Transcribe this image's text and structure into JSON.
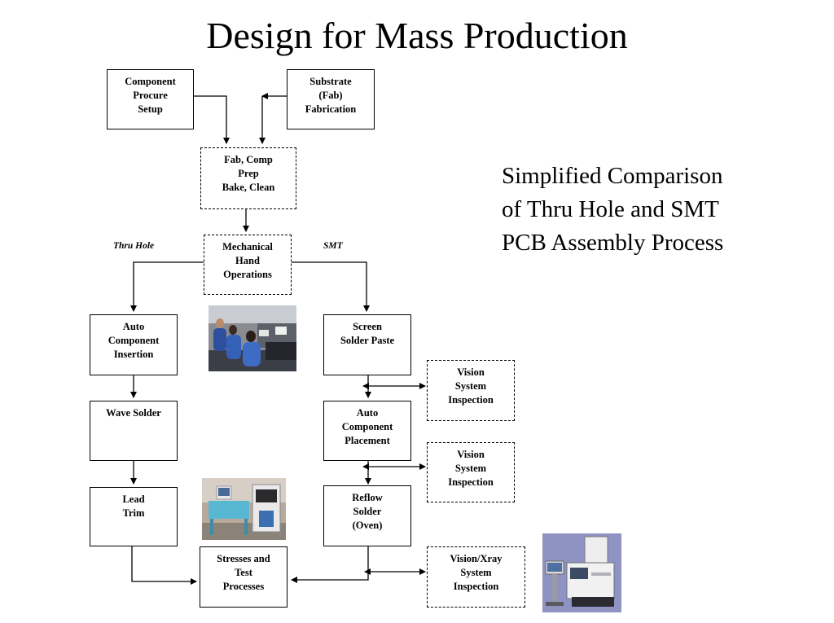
{
  "title": "Design for Mass Production",
  "subtitle": "Simplified Comparison\nof Thru Hole and SMT\nPCB Assembly Process",
  "branch_labels": {
    "thru_hole": "Thru Hole",
    "smt": "SMT"
  },
  "nodes": {
    "component_procure": "Component\nProcure\nSetup",
    "substrate": "Substrate\n(Fab)\nFabrication",
    "fab_comp_prep": "Fab, Comp\nPrep\nBake, Clean",
    "mechanical_hand": "Mechanical\nHand\nOperations",
    "auto_insertion": "Auto\nComponent\nInsertion",
    "wave_solder": "Wave Solder",
    "lead_trim": "Lead\nTrim",
    "stresses_test": "Stresses and\nTest\nProcesses",
    "screen_paste": "Screen\nSolder Paste",
    "vision_1": "Vision\nSystem\nInspection",
    "auto_placement": "Auto\nComponent\nPlacement",
    "vision_2": "Vision\nSystem\nInspection",
    "reflow": "Reflow\nSolder\n(Oven)",
    "vision_xray": "Vision/Xray\nSystem\nInspection"
  }
}
